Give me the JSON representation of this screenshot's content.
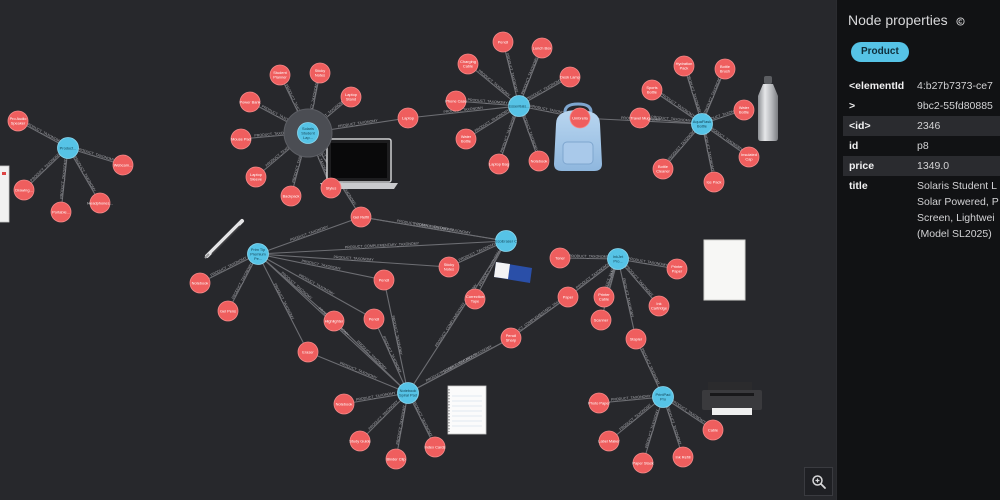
{
  "panel": {
    "title": "Node properties",
    "label_chip": "Product",
    "properties": [
      {
        "key": "<elementId",
        "value": "4:b27b7373-ce7"
      },
      {
        "key": ">",
        "value": "9bc2-55fd80885"
      },
      {
        "key": "<id>",
        "value": "2346"
      },
      {
        "key": "id",
        "value": "p8"
      },
      {
        "key": "price",
        "value": "1349.0"
      },
      {
        "key": "title",
        "value": "Solaris Student L\nSolar Powered, P\nScreen, Lightwei\n(Model SL2025)"
      }
    ]
  },
  "graph": {
    "colors": {
      "product_node": "#ef5e5e",
      "category_node": "#56c3e6",
      "background": "#27282c"
    },
    "edge_labels": {
      "taxonomy": "PRODUCT_TAXONOMY",
      "complementary": "PRODUCT_COMPLEMENTARY_TAXONOMY"
    },
    "category_nodes": [
      {
        "id": "C1",
        "label": "Product..."
      },
      {
        "id": "C2",
        "label": "Solaris Student Lap..."
      },
      {
        "id": "C3",
        "label": "Essentials..."
      },
      {
        "id": "C4",
        "label": "AquaFlask Bottle"
      },
      {
        "id": "C5",
        "label": "Prim Tip Premium Pe..."
      },
      {
        "id": "C6",
        "label": "EcoEraser C"
      },
      {
        "id": "C7",
        "label": "InkJet Pro..."
      },
      {
        "id": "C8",
        "label": "Notebook Spiral Pad"
      },
      {
        "id": "C9",
        "label": "PrintPad Pro"
      }
    ],
    "product_nodes": [
      {
        "id": "a1",
        "label": "Pro Audio Speaker"
      },
      {
        "id": "a2",
        "label": "Drawing..."
      },
      {
        "id": "a3",
        "label": "Portable..."
      },
      {
        "id": "a4",
        "label": "Headphones..."
      },
      {
        "id": "a5",
        "label": "Webcam..."
      },
      {
        "id": "b1",
        "label": "Student Planner"
      },
      {
        "id": "b2",
        "label": "Sticky Notes"
      },
      {
        "id": "b3",
        "label": "Laptop Stand"
      },
      {
        "id": "b4",
        "label": "Power Bank"
      },
      {
        "id": "b5",
        "label": "Mouse Pad"
      },
      {
        "id": "b6",
        "label": "Laptop Sleeve"
      },
      {
        "id": "b7",
        "label": "Backpack"
      },
      {
        "id": "b8",
        "label": "Stylus"
      },
      {
        "id": "d1",
        "label": "Pencil"
      },
      {
        "id": "d2",
        "label": "Lunch Box"
      },
      {
        "id": "d3",
        "label": "Desk Lamp"
      },
      {
        "id": "d4",
        "label": "Charging Cable"
      },
      {
        "id": "d5",
        "label": "Phone Case"
      },
      {
        "id": "d6",
        "label": "Water Bottle"
      },
      {
        "id": "d7",
        "label": "Laptop Bag"
      },
      {
        "id": "d8",
        "label": "Notebook"
      },
      {
        "id": "d9",
        "label": "Umbrella"
      },
      {
        "id": "d10",
        "label": "Laptop"
      },
      {
        "id": "e1",
        "label": "Hydration Pack"
      },
      {
        "id": "e2",
        "label": "Bottle Brush"
      },
      {
        "id": "e3",
        "label": "Sports Bottle"
      },
      {
        "id": "e4",
        "label": "Travel Mug"
      },
      {
        "id": "e5",
        "label": "Bottle Cleaner"
      },
      {
        "id": "e6",
        "label": "Ice Pack"
      },
      {
        "id": "e7",
        "label": "Insulated Cap"
      },
      {
        "id": "e8",
        "label": "Water Bottle"
      },
      {
        "id": "f1",
        "label": "Notebook"
      },
      {
        "id": "f2",
        "label": "Gel Pens"
      },
      {
        "id": "f3",
        "label": "Gel Refill"
      },
      {
        "id": "f4",
        "label": "Pencil"
      },
      {
        "id": "f5",
        "label": "Highlighter"
      },
      {
        "id": "f6",
        "label": "Pencil"
      },
      {
        "id": "f7",
        "label": "Eraser"
      },
      {
        "id": "f8",
        "label": "Sticky Notes"
      },
      {
        "id": "f9",
        "label": "Correction Tape"
      },
      {
        "id": "f10",
        "label": "Pencil Sharp"
      },
      {
        "id": "f11",
        "label": "Paper"
      },
      {
        "id": "g1",
        "label": "Toner"
      },
      {
        "id": "g2",
        "label": "Printer Paper"
      },
      {
        "id": "g3",
        "label": "Ink Cartridge"
      },
      {
        "id": "g4",
        "label": "Scanner"
      },
      {
        "id": "g5",
        "label": "Stapler"
      },
      {
        "id": "g6",
        "label": "Printer Cable"
      },
      {
        "id": "h1",
        "label": "Notebook"
      },
      {
        "id": "h2",
        "label": "Study Guide"
      },
      {
        "id": "h3",
        "label": "Binder Clip"
      },
      {
        "id": "h4",
        "label": "Index Cards"
      },
      {
        "id": "i1",
        "label": "Photo Paper"
      },
      {
        "id": "i2",
        "label": "Label Maker"
      },
      {
        "id": "i3",
        "label": "Paper Stack"
      },
      {
        "id": "i4",
        "label": "Ink Refill"
      },
      {
        "id": "i5",
        "label": "Cable"
      }
    ],
    "images": [
      "laptop",
      "backpack",
      "water-bottle",
      "stylus-pen",
      "eraser",
      "notepad",
      "notebook",
      "printer",
      "document"
    ]
  },
  "zoom_button": {
    "icon": "zoom-in-icon"
  }
}
